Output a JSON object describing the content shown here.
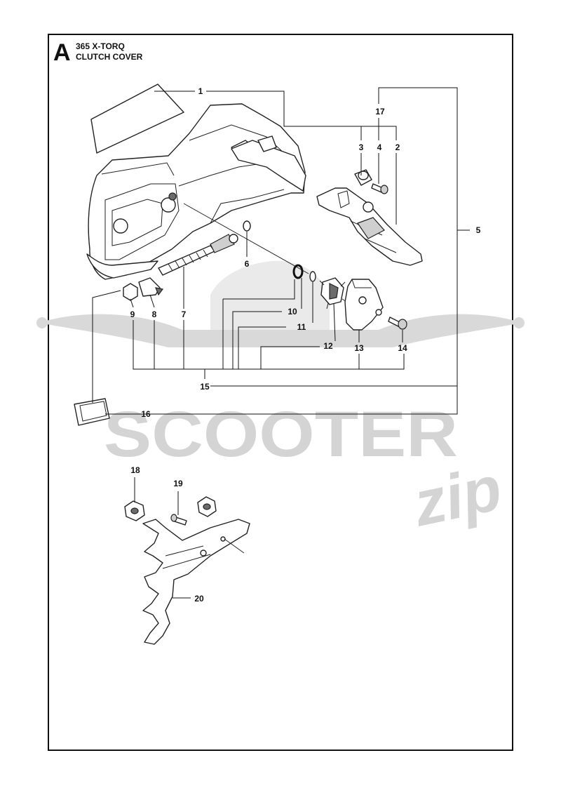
{
  "page": {
    "letter": "A",
    "model": "365 X-TORQ",
    "section": "CLUTCH COVER"
  },
  "watermark": {
    "brand": "SCOOTER",
    "script": "zip"
  },
  "callouts": [
    "1",
    "2",
    "3",
    "4",
    "5",
    "6",
    "7",
    "8",
    "9",
    "10",
    "11",
    "12",
    "13",
    "14",
    "15",
    "16",
    "17",
    "18",
    "19",
    "20"
  ],
  "colors": {
    "line": "#111111",
    "watermark": "#d9d9d9"
  }
}
